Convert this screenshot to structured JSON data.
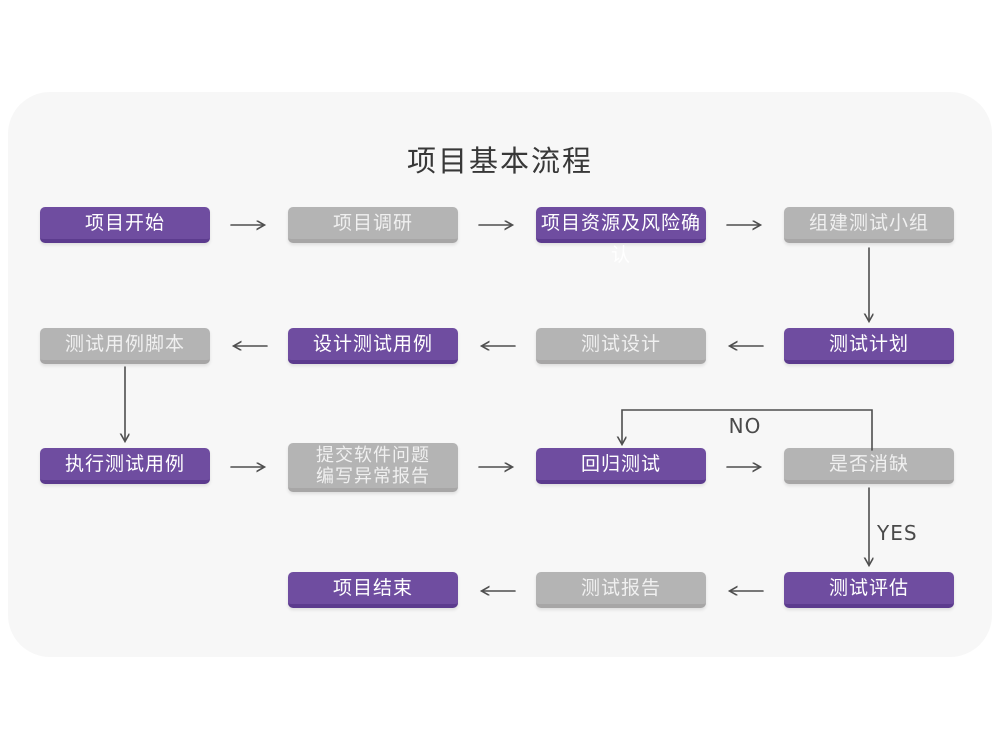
{
  "title": "项目基本流程",
  "branch_labels": {
    "no": "NO",
    "yes": "YES"
  },
  "colors": {
    "node_purple": "#6f4da0",
    "node_purple_edge": "#5c3b8e",
    "node_gray": "#b4b4b4",
    "node_gray_edge": "#a7a6a6",
    "arrow": "#4f4f4f",
    "card_background": "#f7f7f7",
    "title_text": "#383838"
  },
  "nodes": {
    "project_start": "项目开始",
    "project_research": "项目调研",
    "resource_risk_confirm": "项目资源及风险确认",
    "build_test_team": "组建测试小组",
    "test_case_script": "测试用例脚本",
    "design_test_case": "设计测试用例",
    "test_design": "测试设计",
    "test_plan": "测试计划",
    "execute_test_case": "执行测试用例",
    "submit_issue_line1": "提交软件问题",
    "submit_issue_line2": "编写异常报告",
    "regression_test": "回归测试",
    "defect_cleared": "是否消缺",
    "project_end": "项目结束",
    "test_report": "测试报告",
    "test_evaluation": "测试评估"
  }
}
